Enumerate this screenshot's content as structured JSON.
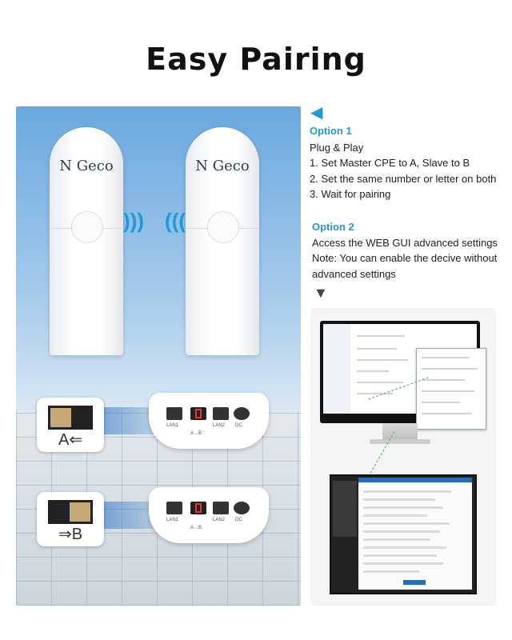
{
  "title": "Easy Pairing",
  "photo": {
    "device_logo": "N Geco",
    "switch_a_label": "A⇐",
    "switch_b_label": "⇒B",
    "ports_top": [
      "LAN1",
      "A→B",
      "LAN2",
      "DC"
    ],
    "ports_bottom": [
      "LAN1",
      "A→B",
      "LAN2",
      "DC"
    ]
  },
  "option1": {
    "title": "Option 1",
    "lines": [
      "Plug & Play",
      "1. Set Master CPE to A, Slave to B",
      "2. Set the same number or letter on both",
      "3. Wait for pairing"
    ]
  },
  "option2": {
    "title": "Option 2",
    "lines": [
      "Access the WEB GUI advanced settings",
      "Note: You can enable the decive without",
      "advanced settings"
    ]
  },
  "colors": {
    "accent": "#1f9ad6",
    "beam": "#1e6ec8"
  },
  "icons": {
    "pointer": "triangle-left-icon",
    "down": "triangle-down-icon",
    "wifi": "wifi-signal-icon"
  }
}
